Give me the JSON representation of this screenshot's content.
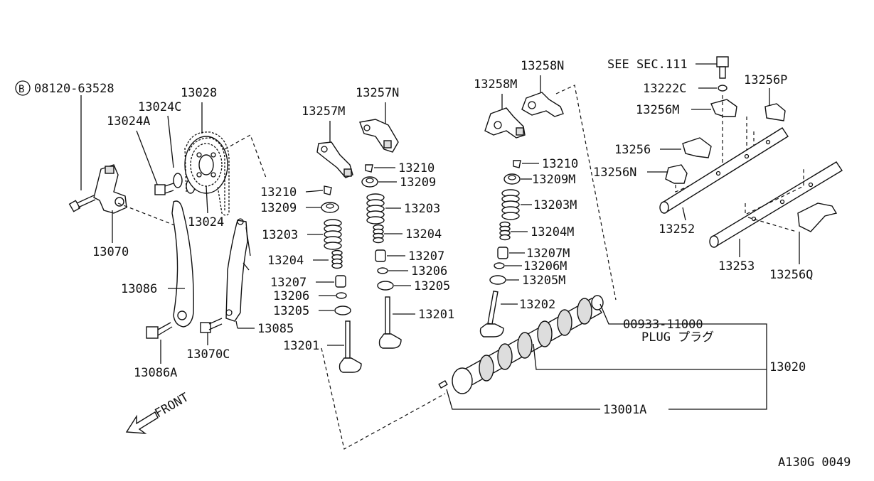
{
  "diagram": {
    "bolt_prefix_symbol": "B",
    "labels": {
      "p08120_63528": "08120-63528",
      "p13028": "13028",
      "p13024C": "13024C",
      "p13024A": "13024A",
      "p13024": "13024",
      "p13070": "13070",
      "p13086": "13086",
      "p13086A": "13086A",
      "p13070C": "13070C",
      "p13085": "13085",
      "p13257M": "13257M",
      "p13257N": "13257N",
      "p13210_a": "13210",
      "p13209_a": "13209",
      "p13203_a": "13203",
      "p13204_a": "13204",
      "p13207_a": "13207",
      "p13206_a": "13206",
      "p13205_a": "13205",
      "p13201_a": "13201",
      "p13210_b": "13210",
      "p13209_b": "13209",
      "p13203_b": "13203",
      "p13204_b": "13204",
      "p13207_b": "13207",
      "p13206_b": "13206",
      "p13205_b": "13205",
      "p13201_b": "13201",
      "p13258M": "13258M",
      "p13258N": "13258N",
      "p13210_c": "13210",
      "p13209M": "13209M",
      "p13203M": "13203M",
      "p13204M": "13204M",
      "p13207M": "13207M",
      "p13206M": "13206M",
      "p13205M": "13205M",
      "p13202": "13202",
      "see_sec": "SEE SEC.111",
      "p13222C": "13222C",
      "p13256P": "13256P",
      "p13256M": "13256M",
      "p13256": "13256",
      "p13256N": "13256N",
      "p13252": "13252",
      "p13253": "13253",
      "p13256Q": "13256Q",
      "p00933_11000": "00933-11000",
      "plug": "PLUG プラグ",
      "p13020": "13020",
      "p13001A": "13001A",
      "front": "FRONT",
      "drawing_code": "A130G 0049"
    }
  }
}
